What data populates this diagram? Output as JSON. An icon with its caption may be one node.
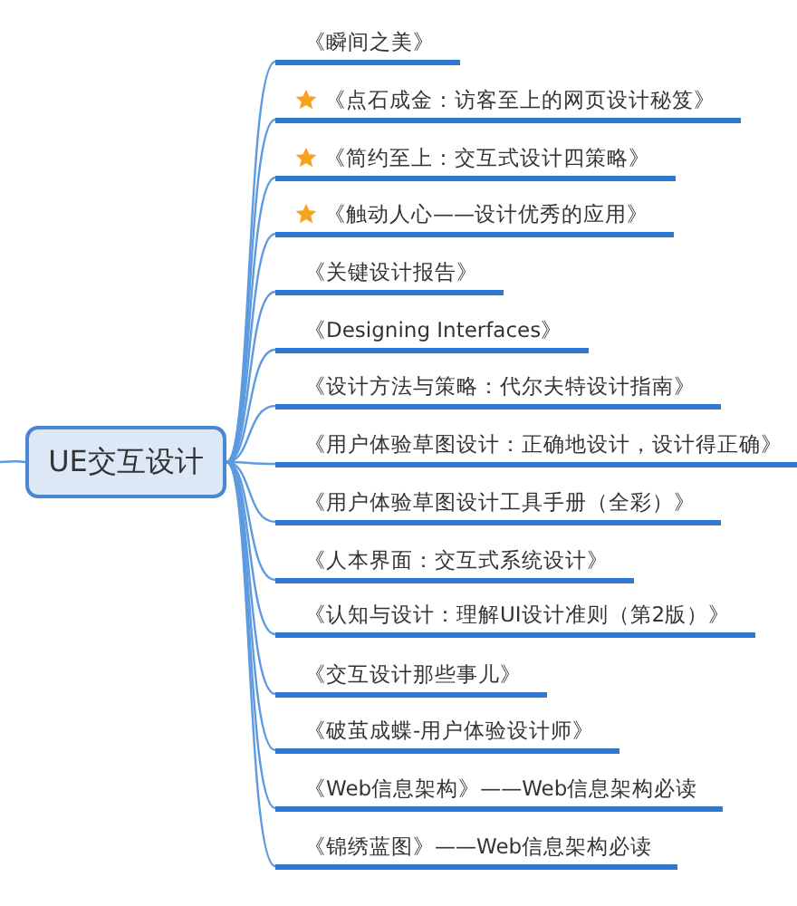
{
  "diagram": {
    "nodes": [
      {
        "text": [
          "UE交互设计"
        ]
      },
      {
        "text": [
          "《瞬间之美》"
        ]
      },
      {
        "text": [
          "《点石成金：访客至上的网页设计秘笈》"
        ]
      },
      {
        "text": [
          "《简约至上：交互式设计四策略》"
        ]
      },
      {
        "text": [
          "《触动人心——设计优秀的应用》"
        ]
      },
      {
        "text": [
          "《关键设计报告》"
        ]
      },
      {
        "text": [
          "《Designing Interfaces》"
        ]
      },
      {
        "text": [
          "《设计方法与策略：代尔夫特设计指南》"
        ]
      },
      {
        "text": [
          "《用户体验草图设计：正确地设计，设计得正确》"
        ]
      },
      {
        "text": [
          "《用户体验草图设计工具手册（全彩）》"
        ]
      },
      {
        "text": [
          "《人本界面：交互式系统设计》"
        ]
      },
      {
        "text": [
          "《认知与设计：理解UI设计准则（第2版）》"
        ]
      },
      {
        "text": [
          "《交互设计那些事儿》"
        ]
      },
      {
        "text": [
          "《破茧成蝶-用户体验设计师》"
        ]
      },
      {
        "text": [
          "《Web信息架构》——Web信息架构必读"
        ]
      },
      {
        "text": [
          "《锦绣蓝图》——Web信息架构必读"
        ]
      }
    ],
    "edges": [
      {
        "from": null,
        "to": 0,
        "arrow": "none"
      },
      {
        "from": 0,
        "to": 1,
        "arrow": "none"
      },
      {
        "from": 0,
        "to": 2,
        "arrow": "none"
      },
      {
        "from": 0,
        "to": 3,
        "arrow": "none"
      },
      {
        "from": 0,
        "to": 4,
        "arrow": "none"
      },
      {
        "from": 0,
        "to": 5,
        "arrow": "none"
      },
      {
        "from": 0,
        "to": 6,
        "arrow": "none"
      },
      {
        "from": 0,
        "to": 7,
        "arrow": "none"
      },
      {
        "from": 0,
        "to": 8,
        "arrow": "none"
      },
      {
        "from": 0,
        "to": 9,
        "arrow": "none"
      },
      {
        "from": 0,
        "to": 10,
        "arrow": "none"
      },
      {
        "from": 0,
        "to": 11,
        "arrow": "none"
      },
      {
        "from": 0,
        "to": 12,
        "arrow": "none"
      },
      {
        "from": 0,
        "to": 13,
        "arrow": "none"
      },
      {
        "from": 0,
        "to": 14,
        "arrow": "none"
      },
      {
        "from": 0,
        "to": 15,
        "arrow": "none"
      }
    ]
  }
}
